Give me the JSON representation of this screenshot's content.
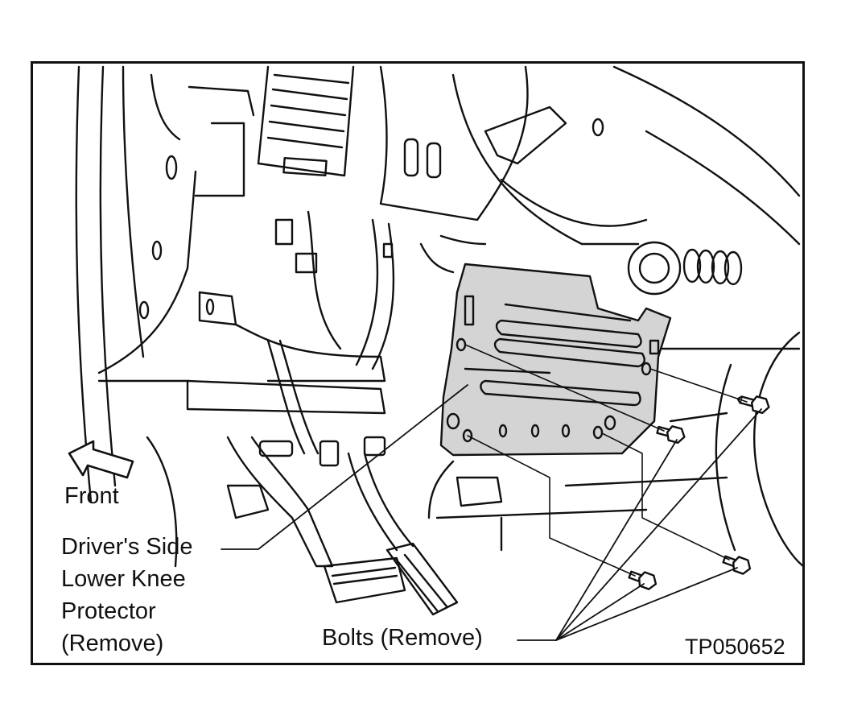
{
  "labels": {
    "front": "Front",
    "protector_line1": "Driver's Side",
    "protector_line2": "Lower Knee",
    "protector_line3": "Protector",
    "protector_line4": "(Remove)",
    "bolts": "Bolts (Remove)",
    "figure_code": "TP050652"
  },
  "colors": {
    "line": "#111111",
    "panel_fill": "#d4d4d4",
    "background": "#ffffff"
  },
  "icons": [
    "front-arrow-icon",
    "bolt-icon"
  ]
}
